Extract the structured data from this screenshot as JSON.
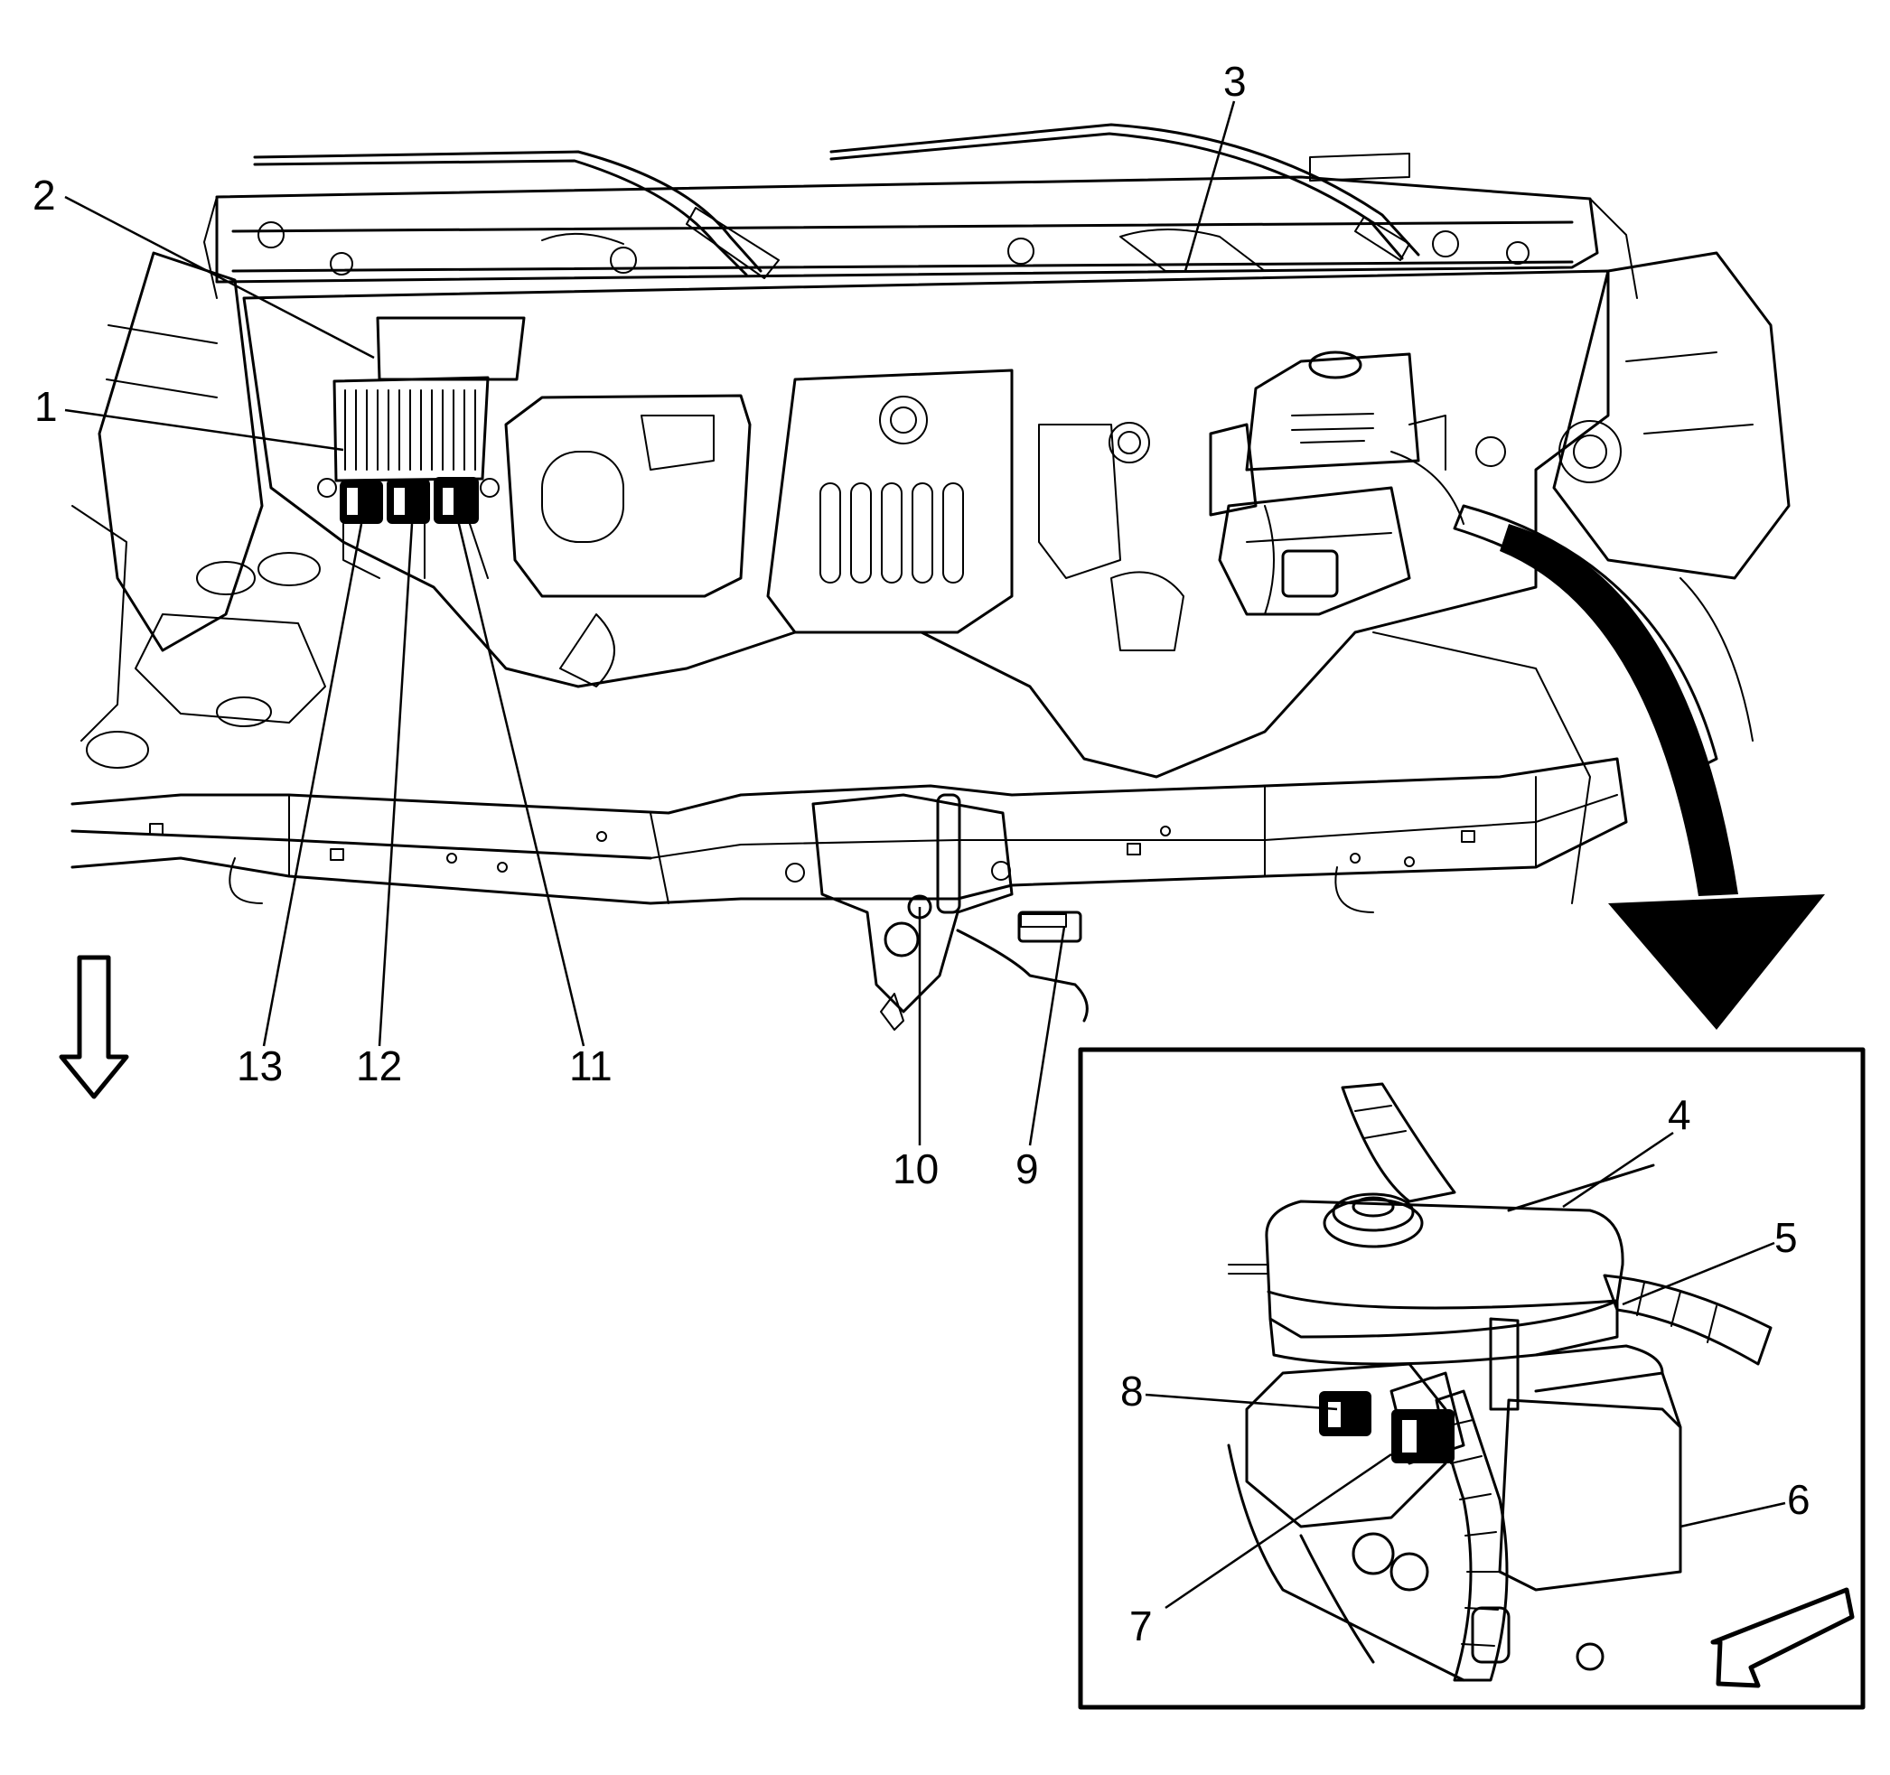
{
  "diagram": {
    "callouts": [
      "1",
      "2",
      "3",
      "4",
      "5",
      "6",
      "7",
      "8",
      "9",
      "10",
      "11",
      "12",
      "13"
    ]
  }
}
